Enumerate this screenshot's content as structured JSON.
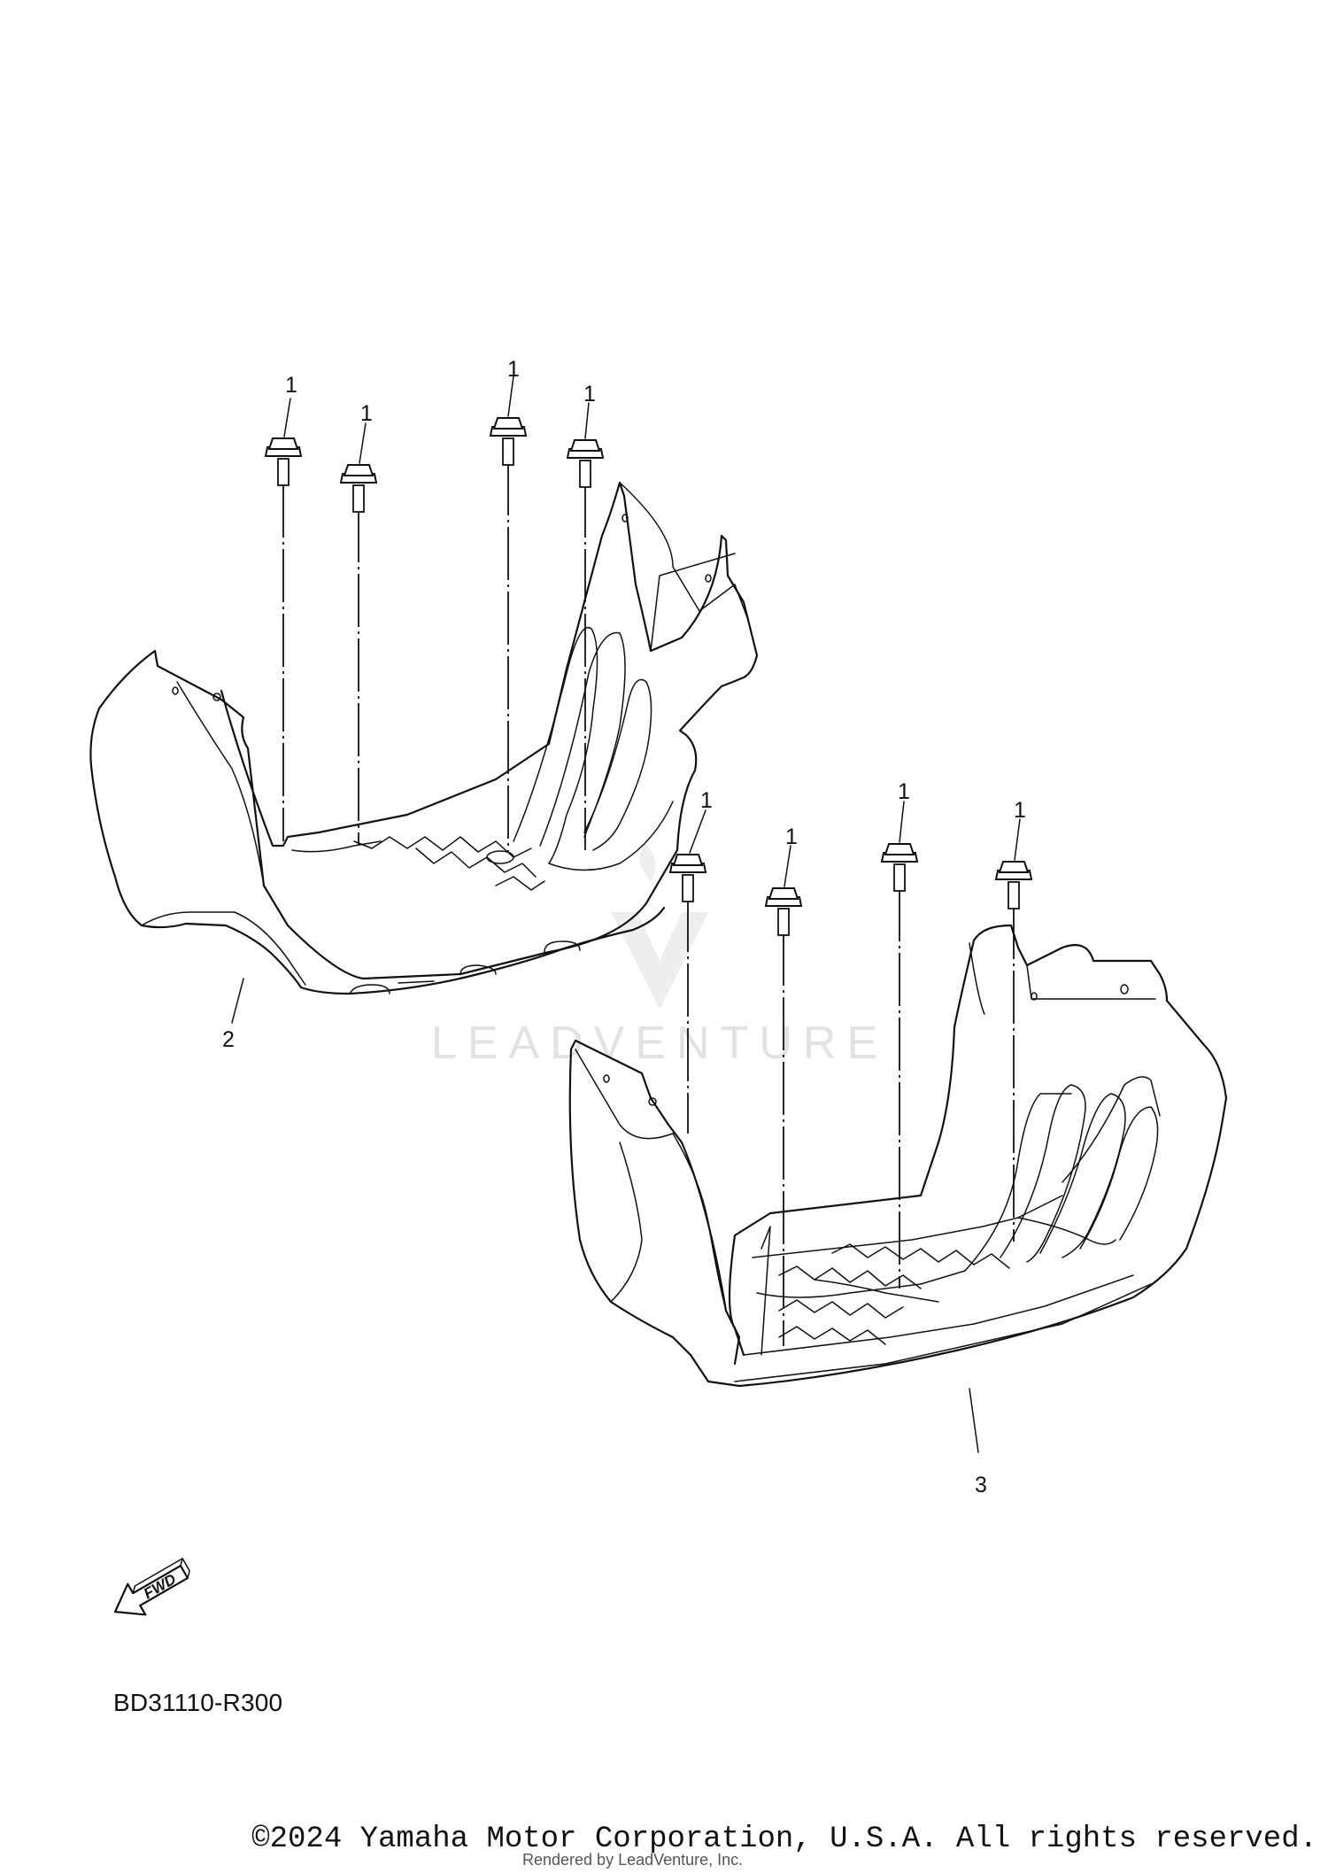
{
  "callouts": {
    "bolt": "1",
    "left_footrest": "2",
    "right_footrest": "3"
  },
  "reference_code": "BD31110-R300",
  "fwd_label": "FWD",
  "watermark_text": "LEADVENTURE",
  "footer": {
    "copyright": "©2024 Yamaha Motor Corporation, U.S.A. All rights reserved.",
    "rendered_by": "Rendered by LeadVenture, Inc."
  }
}
